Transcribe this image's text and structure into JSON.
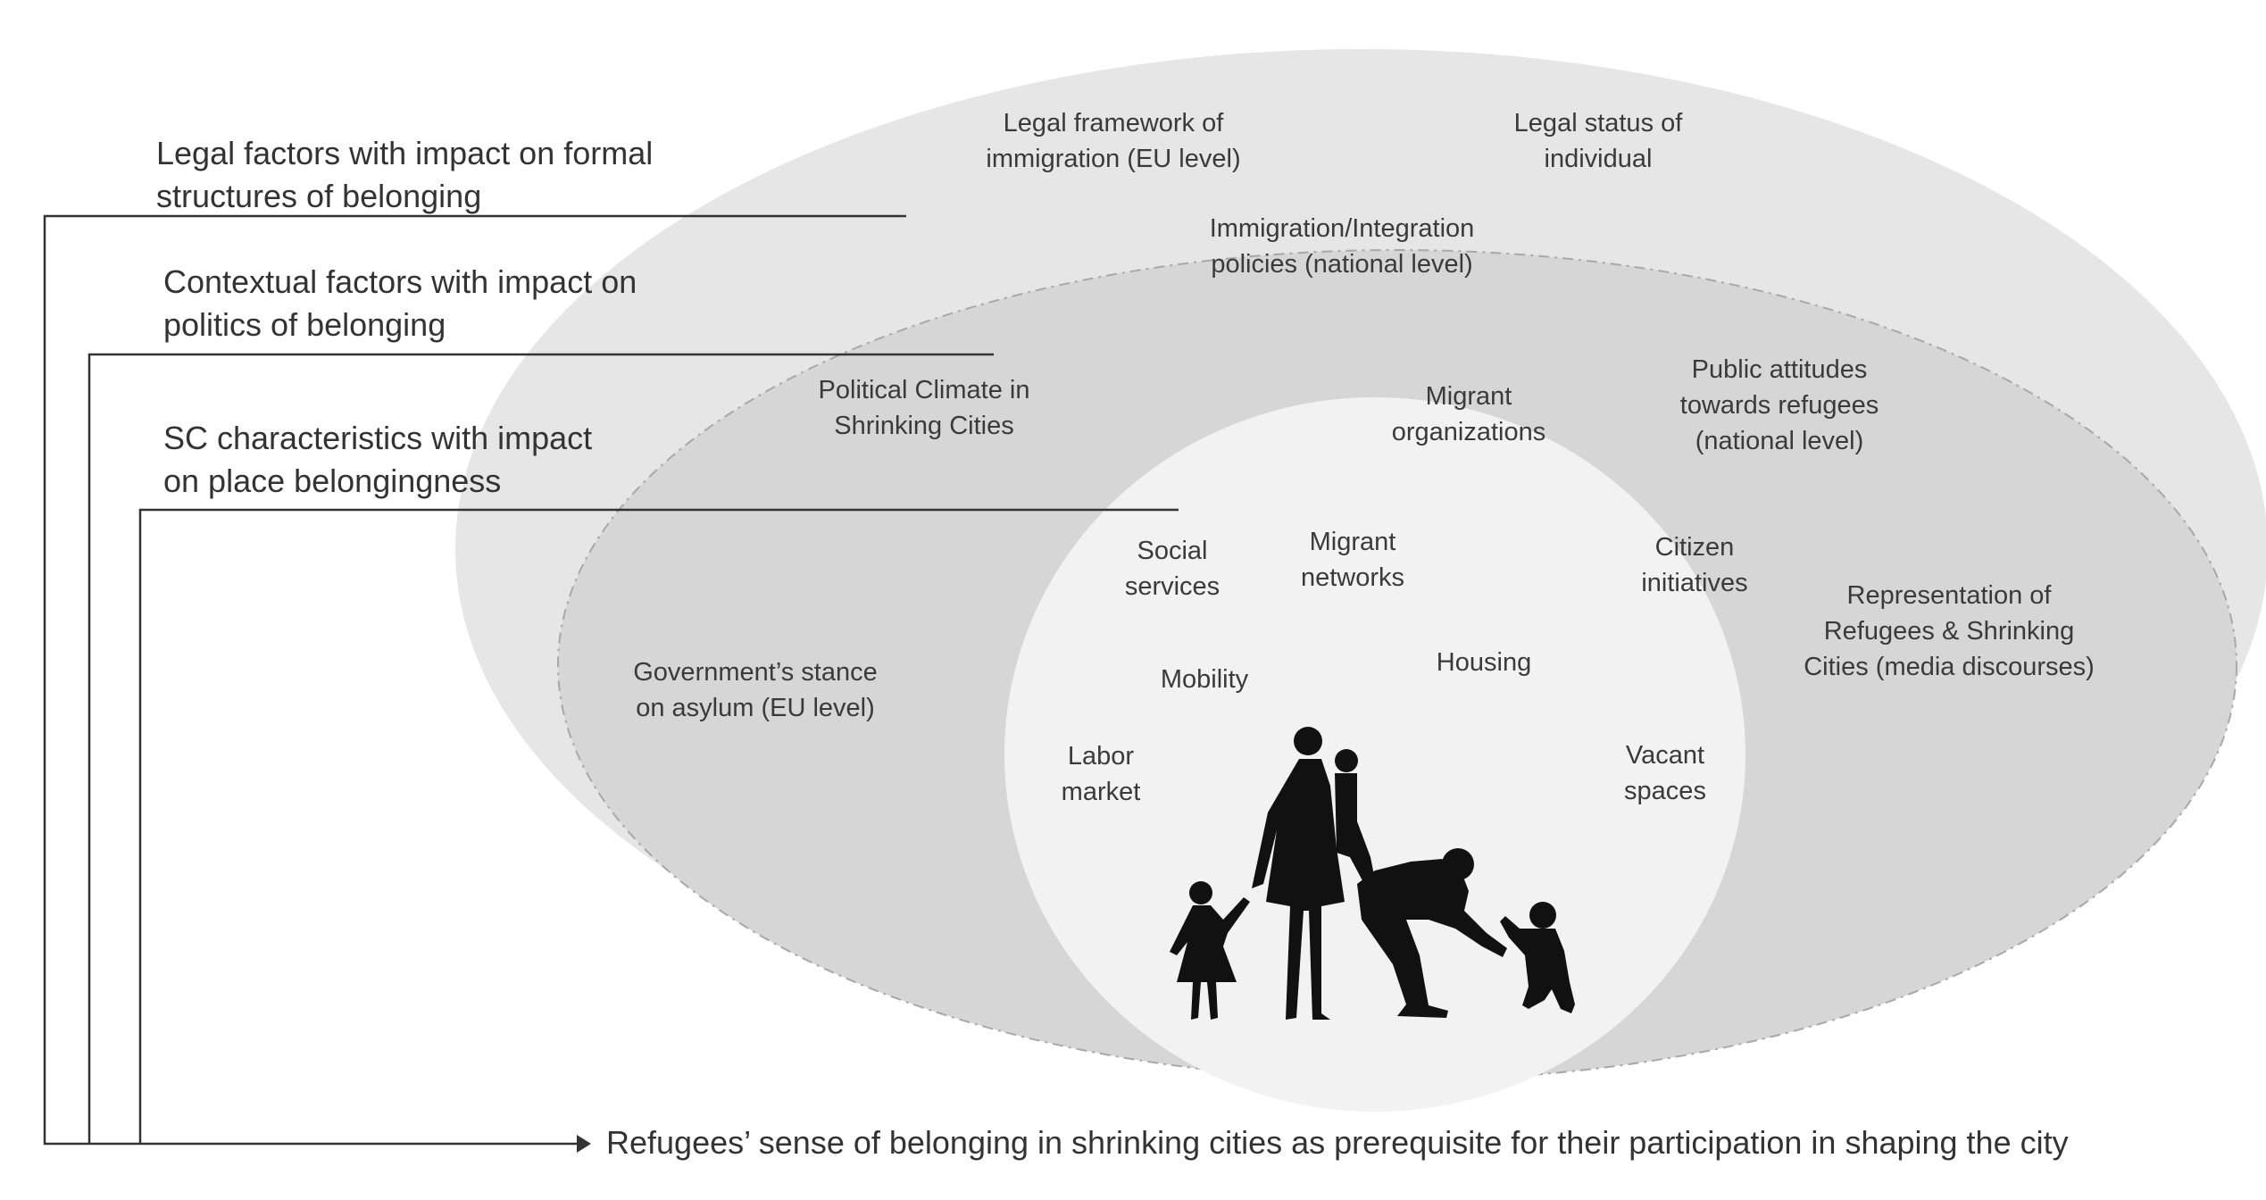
{
  "side_labels": {
    "legal": [
      "Legal factors with impact on formal",
      "structures of belonging"
    ],
    "contextual": [
      "Contextual factors with impact on",
      "politics of belonging"
    ],
    "sc": [
      "SC characteristics with impact",
      "on place belongingness"
    ]
  },
  "outer_ring": {
    "legal_framework": [
      "Legal framework  of",
      "immigration (EU level)"
    ],
    "legal_status": [
      "Legal status of",
      "individual"
    ],
    "immigration_policies": [
      "Immigration/Integration",
      "policies (national level)"
    ]
  },
  "middle_ring": {
    "political_climate": [
      "Political Climate in",
      "Shrinking Cities"
    ],
    "migrant_organizations": [
      "Migrant",
      "organizations"
    ],
    "public_attitudes": [
      "Public attitudes",
      "towards refugees",
      "(national level)"
    ],
    "government_stance": [
      "Government’s stance",
      "on asylum (EU level)"
    ],
    "representation": [
      "Representation of",
      "Refugees & Shrinking",
      "Cities (media discourses)"
    ]
  },
  "inner_circle": {
    "social_services": [
      "Social",
      "services"
    ],
    "migrant_networks": [
      "Migrant",
      "networks"
    ],
    "citizen_initiatives": [
      "Citizen",
      "initiatives"
    ],
    "mobility": [
      "Mobility"
    ],
    "housing": [
      "Housing"
    ],
    "labor_market": [
      "Labor",
      "market"
    ],
    "vacant_spaces": [
      "Vacant",
      "spaces"
    ]
  },
  "bottom_text": "Refugees’ sense of belonging in shrinking cities as prerequisite for their participation in shaping the city",
  "colors": {
    "outer_ellipse": "#e6e6e6",
    "middle_ellipse": "#d6d6d6",
    "inner_circle": "#f2f2f2",
    "silhouette": "#111111",
    "lines": "#333333"
  },
  "icons": [
    "family-silhouette-icon",
    "arrow-right-icon"
  ]
}
